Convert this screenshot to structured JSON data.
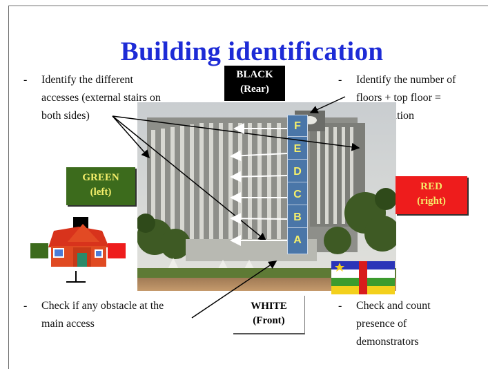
{
  "title": "Building identification",
  "bullets": {
    "top_left": [
      "Identify the different",
      "accesses (external stairs on",
      "both sides)"
    ],
    "top_right": [
      "Identify the number of",
      "floors + top floor =",
      "high position"
    ],
    "bottom_left": [
      "Check if any obstacle at the",
      "main access"
    ],
    "bottom_right": [
      "Check and count",
      "presence of",
      "demonstrators"
    ],
    "dash": "-"
  },
  "labels": {
    "black": [
      "BLACK",
      "(Rear)"
    ],
    "green": [
      "GREEN",
      "(left)"
    ],
    "red": [
      "RED",
      "(right)"
    ],
    "white": [
      "WHITE",
      "(Front)"
    ]
  },
  "floors": [
    "F",
    "E",
    "D",
    "C",
    "B",
    "A"
  ],
  "colors": {
    "title": "#1d2bd6",
    "black": "#000000",
    "green": "#3c6b1c",
    "red": "#ee1c1c",
    "label_text": "#f5ef6b",
    "floor_strip": "#4a76a8"
  },
  "icons": [
    "house-icon",
    "central-african-republic-flag-icon"
  ]
}
